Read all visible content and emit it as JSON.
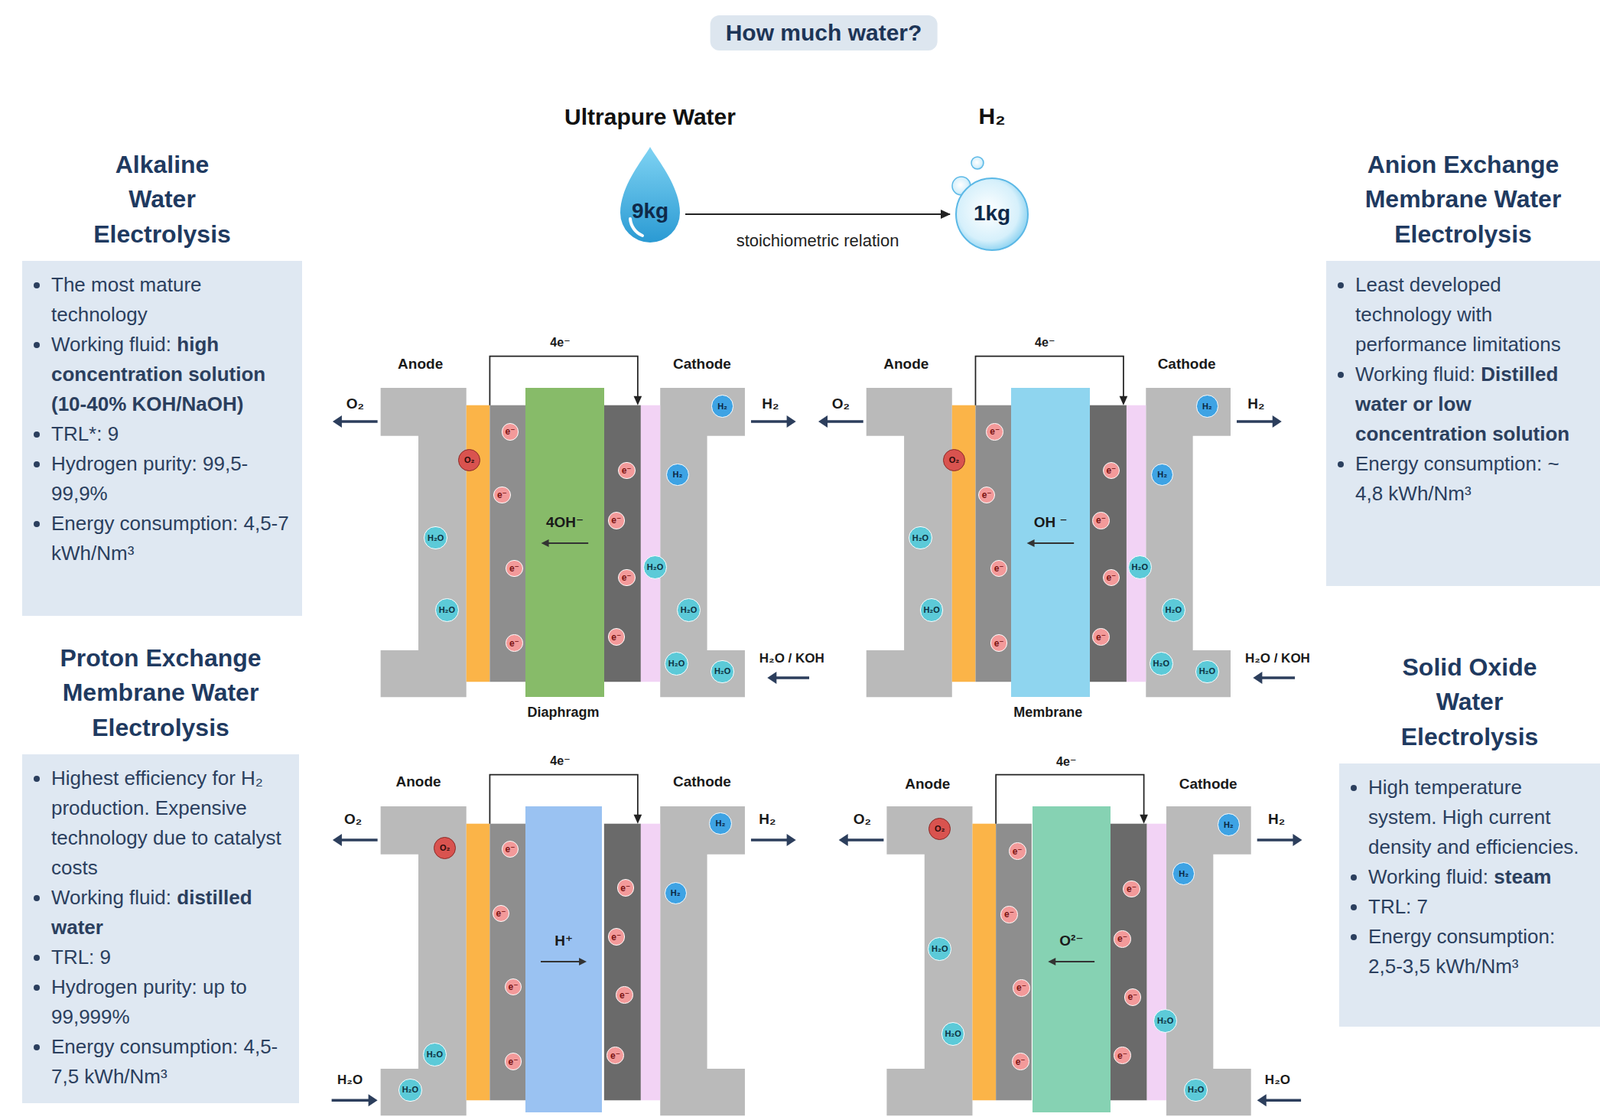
{
  "diagram": {
    "title": "How much water?",
    "nodes": [
      {
        "text": [
          "Ultrapure Water",
          "9kg"
        ]
      },
      {
        "text": [
          "H₂",
          "1kg"
        ]
      },
      {
        "text": [
          "Alkaline Water Electrolysis",
          "The most mature technology",
          "Working fluid:",
          "high concentration solution (10-40% KOH/NaOH)",
          "TRL*: 9",
          "Hydrogen purity: 99,5-99,9%",
          "Energy consumption: 4,5-7 kWh/Nm³"
        ]
      },
      {
        "text": [
          "Anion Exchange Membrane Water Electrolysis",
          "Least developed technology with performance limitations",
          "Working fluid:",
          "Distilled water or low concentration solution",
          "Energy consumption: ~ 4,8 kWh/Nm³"
        ]
      },
      {
        "text": [
          "4OH⁻"
        ]
      },
      {
        "text": [
          "OH ⁻"
        ]
      },
      {
        "text": [
          "Proton Exchange Membrane Water Electrolysis",
          "Highest efficiency for H₂ production. Expensive technology due to catalyst costs",
          "Working fluid:",
          "distilled water",
          "TRL: 9",
          "Hydrogen purity: up to 99,999%",
          "Energy consumption: 4,5-7,5 kWh/Nm³"
        ]
      },
      {
        "text": [
          "Solid Oxide Water Electrolysis",
          "High temperature system. High current density and efficiencies.",
          "Working fluid:",
          "steam",
          "TRL: 7",
          "Energy consumption: 2,5-3,5 kWh/Nm³"
        ]
      },
      {
        "text": [
          "H⁺"
        ]
      },
      {
        "text": [
          "O²⁻"
        ]
      },
      {
        "text": [
          "O₂"
        ]
      },
      {
        "text": [
          "H₂"
        ]
      },
      {
        "text": [
          "H₂"
        ]
      },
      {
        "text": [
          "H₂O"
        ]
      },
      {
        "text": [
          "H₂O"
        ]
      },
      {
        "text": [
          "H₂O"
        ]
      },
      {
        "text": [
          "H₂O"
        ]
      },
      {
        "text": [
          "H₂O"
        ]
      },
      {
        "text": [
          "H₂O"
        ]
      },
      {
        "text": [
          "e⁻"
        ]
      },
      {
        "text": [
          "e⁻"
        ]
      },
      {
        "text": [
          "e⁻"
        ]
      },
      {
        "text": [
          "e⁻"
        ]
      },
      {
        "text": [
          "e⁻"
        ]
      },
      {
        "text": [
          "e⁻"
        ]
      },
      {
        "text": [
          "e⁻"
        ]
      },
      {
        "text": [
          "e⁻"
        ]
      },
      {
        "text": [
          "O₂"
        ]
      },
      {
        "text": [
          "H₂"
        ]
      },
      {
        "text": [
          "H₂"
        ]
      },
      {
        "text": [
          "H₂O"
        ]
      },
      {
        "text": [
          "H₂O"
        ]
      },
      {
        "text": [
          "H₂O"
        ]
      },
      {
        "text": [
          "H₂O"
        ]
      },
      {
        "text": [
          "H₂O"
        ]
      },
      {
        "text": [
          "H₂O"
        ]
      },
      {
        "text": [
          "e⁻"
        ]
      },
      {
        "text": [
          "e⁻"
        ]
      },
      {
        "text": [
          "e⁻"
        ]
      },
      {
        "text": [
          "e⁻"
        ]
      },
      {
        "text": [
          "e⁻"
        ]
      },
      {
        "text": [
          "e⁻"
        ]
      },
      {
        "text": [
          "e⁻"
        ]
      },
      {
        "text": [
          "e⁻"
        ]
      },
      {
        "text": [
          "O₂"
        ]
      },
      {
        "text": [
          "H₂"
        ]
      },
      {
        "text": [
          "H₂"
        ]
      },
      {
        "text": [
          "H₂O"
        ]
      },
      {
        "text": [
          "H₂O"
        ]
      },
      {
        "text": [
          "e⁻"
        ]
      },
      {
        "text": [
          "e⁻"
        ]
      },
      {
        "text": [
          "e⁻"
        ]
      },
      {
        "text": [
          "e⁻"
        ]
      },
      {
        "text": [
          "e⁻"
        ]
      },
      {
        "text": [
          "e⁻"
        ]
      },
      {
        "text": [
          "e⁻"
        ]
      },
      {
        "text": [
          "e⁻"
        ]
      },
      {
        "text": [
          "O₂"
        ]
      },
      {
        "text": [
          "H₂"
        ]
      },
      {
        "text": [
          "H₂"
        ]
      },
      {
        "text": [
          "H₂O"
        ]
      },
      {
        "text": [
          "H₂O"
        ]
      },
      {
        "text": [
          "H₂O"
        ]
      },
      {
        "text": [
          "H₂O"
        ]
      },
      {
        "text": [
          "e⁻"
        ]
      },
      {
        "text": [
          "e⁻"
        ]
      },
      {
        "text": [
          "e⁻"
        ]
      },
      {
        "text": [
          "e⁻"
        ]
      },
      {
        "text": [
          "e⁻"
        ]
      },
      {
        "text": [
          "e⁻"
        ]
      },
      {
        "text": [
          "e⁻"
        ]
      },
      {
        "text": [
          "e⁻"
        ]
      }
    ],
    "edges": [
      {
        "from": 0,
        "to": 1,
        "label": "stoichiometric relation",
        "arrow": "to"
      }
    ],
    "labels": [
      "Anode",
      "Cathode",
      "4e⁻",
      "O₂",
      "H₂",
      "H₂O / KOH",
      "Diaphragm",
      "Anode",
      "Cathode",
      "4e⁻",
      "O₂",
      "H₂",
      "H₂O / KOH",
      "Membrane",
      "Anode",
      "Cathode",
      "4e⁻",
      "O₂",
      "H₂",
      "H₂O",
      "Anode",
      "Cathode",
      "4e⁻",
      "O₂",
      "H₂",
      "H₂O"
    ]
  }
}
